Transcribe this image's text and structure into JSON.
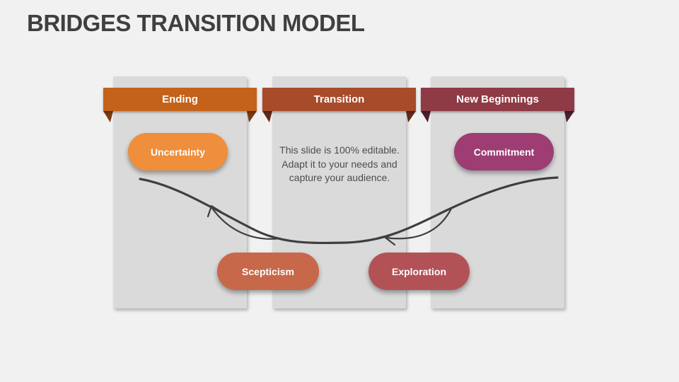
{
  "title": "BRIDGES TRANSITION MODEL",
  "colors": {
    "background": "#f1f1f2",
    "column": "#dbdada",
    "title_text": "#3f3f3f",
    "body_text": "#4d4d4d",
    "curve": "#3f3f3f",
    "pill_text": "#ffffff"
  },
  "columns": [
    {
      "label": "Ending",
      "banner_color": "#c4621a",
      "fold_color": "#7d3a0d"
    },
    {
      "label": "Transition",
      "banner_color": "#a84b2a",
      "fold_color": "#63291a",
      "body_text": "This slide is 100% editable. Adapt it to your needs and capture your audience."
    },
    {
      "label": "New Beginnings",
      "banner_color": "#8e3b46",
      "fold_color": "#4f2029"
    }
  ],
  "stages": [
    {
      "label": "Uncertainty",
      "color": "#ef8e3b"
    },
    {
      "label": "Commitment",
      "color": "#9d3d74"
    },
    {
      "label": "Scepticism",
      "color": "#c7684a"
    },
    {
      "label": "Exploration",
      "color": "#b25257"
    }
  ]
}
